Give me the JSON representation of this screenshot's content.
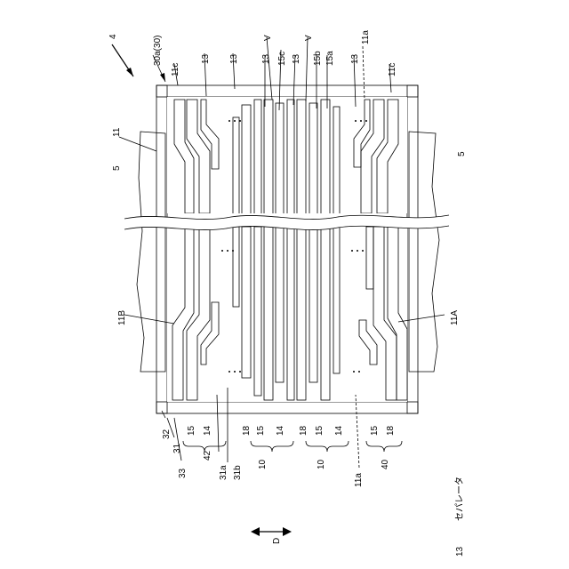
{
  "figure": {
    "labels": {
      "ref_4": "4",
      "ref_30a": "30a(30)",
      "ref_11c_left": "11c",
      "ref_11c_right": "11c",
      "ref_13_a": "13",
      "ref_13_b": "13",
      "ref_13_c": "13",
      "ref_13_d": "13",
      "ref_13_e": "13",
      "ref_v_1": "V",
      "ref_v_2": "V",
      "ref_15c": "15c",
      "ref_15b": "15b",
      "ref_15a": "15a",
      "ref_11a_top": "11a",
      "ref_11": "11",
      "ref_5_left": "5",
      "ref_5_right": "5",
      "ref_11B": "11B",
      "ref_11A": "11A",
      "ref_32": "32",
      "ref_31": "31",
      "ref_33": "33",
      "ref_42": "42",
      "ref_15_1": "15",
      "ref_14_1": "14",
      "ref_31a": "31a",
      "ref_31b": "31b",
      "ref_18_1": "18",
      "ref_15_2": "15",
      "ref_10_1": "10",
      "ref_14_2": "14",
      "ref_18_2": "18",
      "ref_15_3": "15",
      "ref_10_2": "10",
      "ref_14_3": "14",
      "ref_11a_bottom": "11a",
      "ref_40": "40",
      "ref_15_4": "15",
      "ref_18_3": "18",
      "axis_d": "D"
    },
    "legend": {
      "number": "13",
      "text": "セパレータ"
    }
  }
}
